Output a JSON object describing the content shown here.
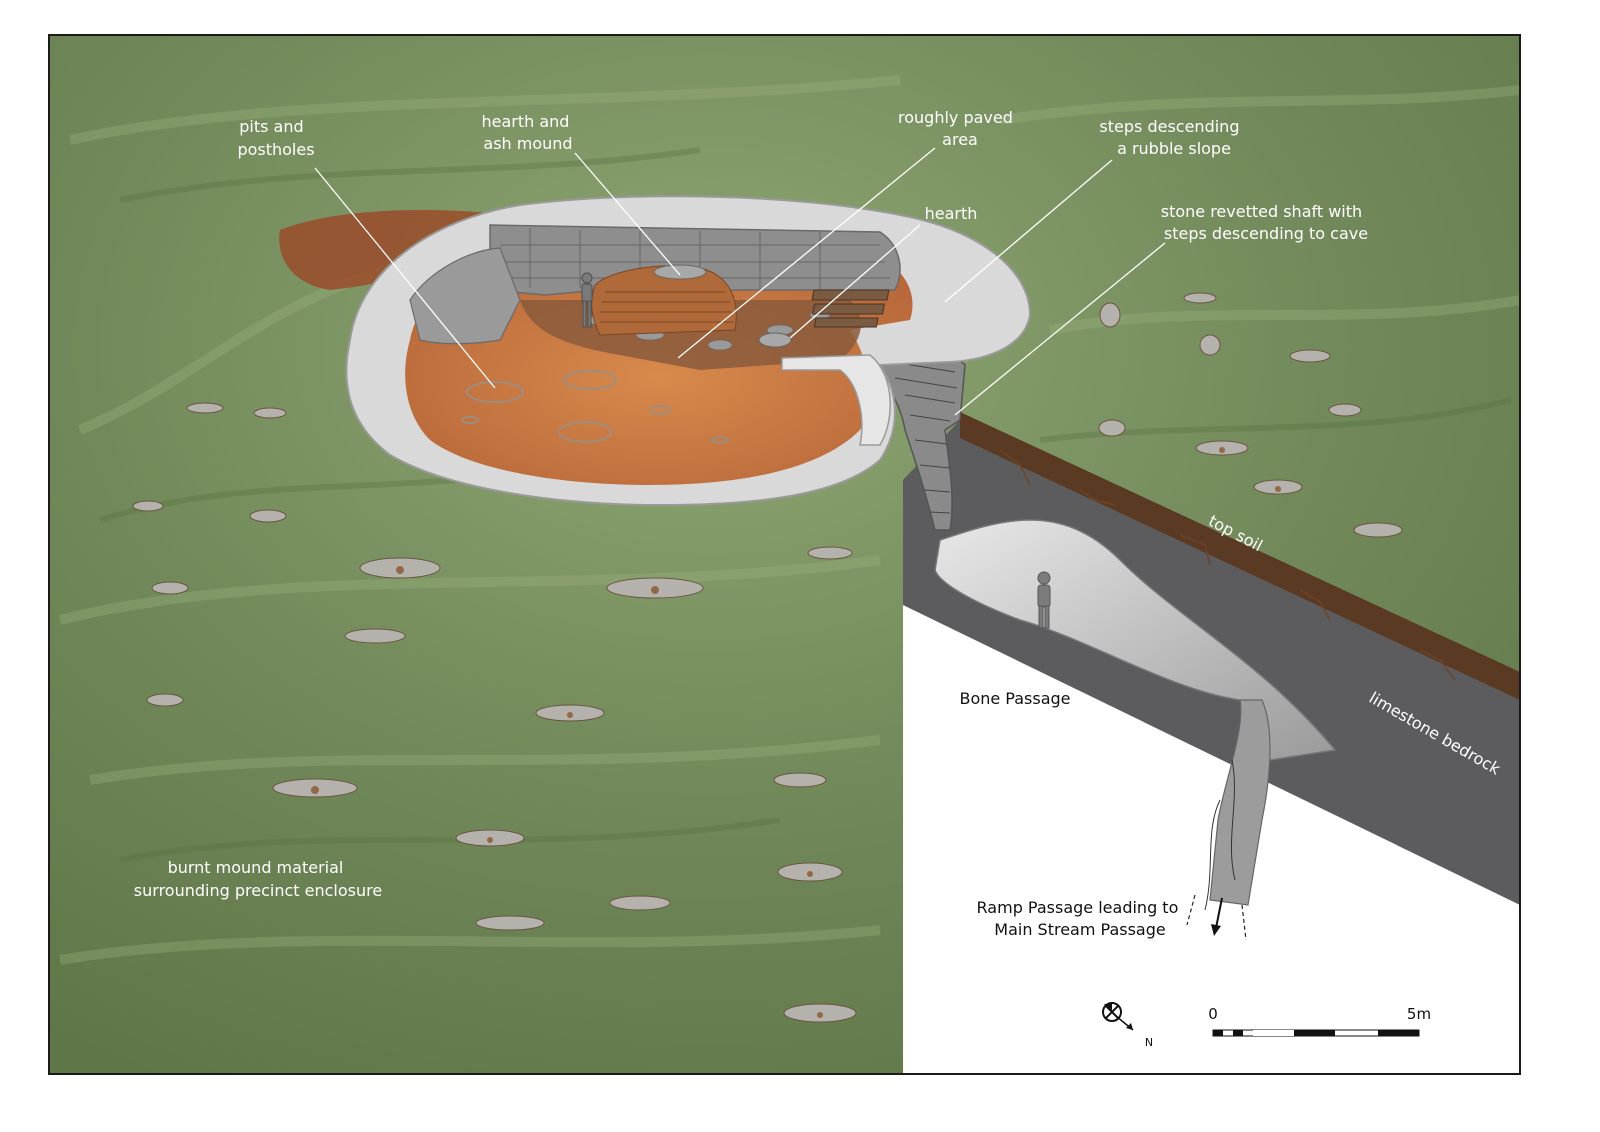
{
  "labels": {
    "pits_postholes": [
      "pits and",
      "postholes"
    ],
    "hearth_ash_mound": [
      "hearth and",
      "ash mound"
    ],
    "roughly_paved_area": [
      "roughly paved",
      "area"
    ],
    "hearth": [
      "hearth"
    ],
    "steps_rubble_slope": [
      "steps descending",
      "a rubble slope"
    ],
    "stone_revetted_shaft": [
      "stone revetted shaft with",
      "steps descending to cave"
    ],
    "burnt_mound_material": [
      "burnt mound material",
      "surrounding precinct enclosure"
    ],
    "top_soil": "top soil",
    "limestone_bedrock": "limestone bedrock",
    "bone_passage": "Bone Passage",
    "ramp_passage": [
      "Ramp Passage leading to",
      "Main Stream Passage"
    ]
  },
  "north_arrow": {
    "label": "N"
  },
  "scale_bar": {
    "min_label": "0",
    "max_label": "5m",
    "segments_light": 3,
    "segments_total": 10
  },
  "colors": {
    "grass": "#6f8a54",
    "grass_light": "#8fa872",
    "soil_orange": "#c8773f",
    "soil_dark": "#5a3a22",
    "stone_wall": "#d9d9d9",
    "bedrock": "#5c5c5e",
    "frame": "#1a1a1a"
  }
}
